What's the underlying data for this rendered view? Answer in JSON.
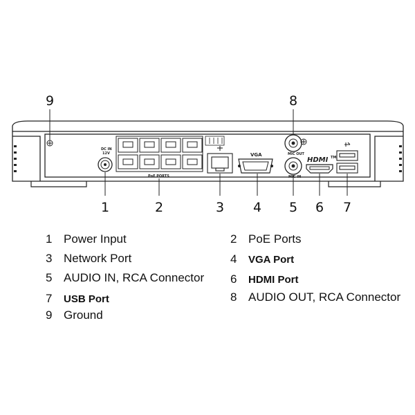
{
  "callouts": [
    "1",
    "2",
    "3",
    "4",
    "5",
    "6",
    "7",
    "8",
    "9"
  ],
  "panel_labels": {
    "dc_in": "DC IN",
    "dc_volt": "12V",
    "poe": "PoE PORTS",
    "vga": "VGA",
    "mic_out": "MIC OUT",
    "mic_in": "MIC IN",
    "hdmi": "HDMI",
    "tm": "TM"
  },
  "legend": [
    {
      "num": "1",
      "text": "Power Input"
    },
    {
      "num": "2",
      "text": "PoE Ports"
    },
    {
      "num": "3",
      "text": "Network Port"
    },
    {
      "num": "4",
      "text": "VGA Port"
    },
    {
      "num": "5",
      "text": "AUDIO IN, RCA Connector"
    },
    {
      "num": "6",
      "text": "HDMI Port"
    },
    {
      "num": "7",
      "text": "USB Port"
    },
    {
      "num": "8",
      "text": "AUDIO OUT, RCA Connector"
    },
    {
      "num": "9",
      "text": "Ground"
    }
  ]
}
